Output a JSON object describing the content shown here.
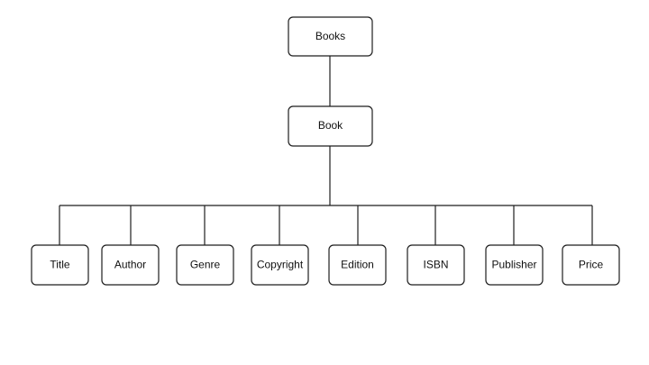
{
  "diagram": {
    "root": {
      "label": "Books"
    },
    "entity": {
      "label": "Book"
    },
    "attributes": [
      {
        "label": "Title"
      },
      {
        "label": "Author"
      },
      {
        "label": "Genre"
      },
      {
        "label": "Copyright"
      },
      {
        "label": "Edition"
      },
      {
        "label": "ISBN"
      },
      {
        "label": "Publisher"
      },
      {
        "label": "Price"
      }
    ]
  }
}
